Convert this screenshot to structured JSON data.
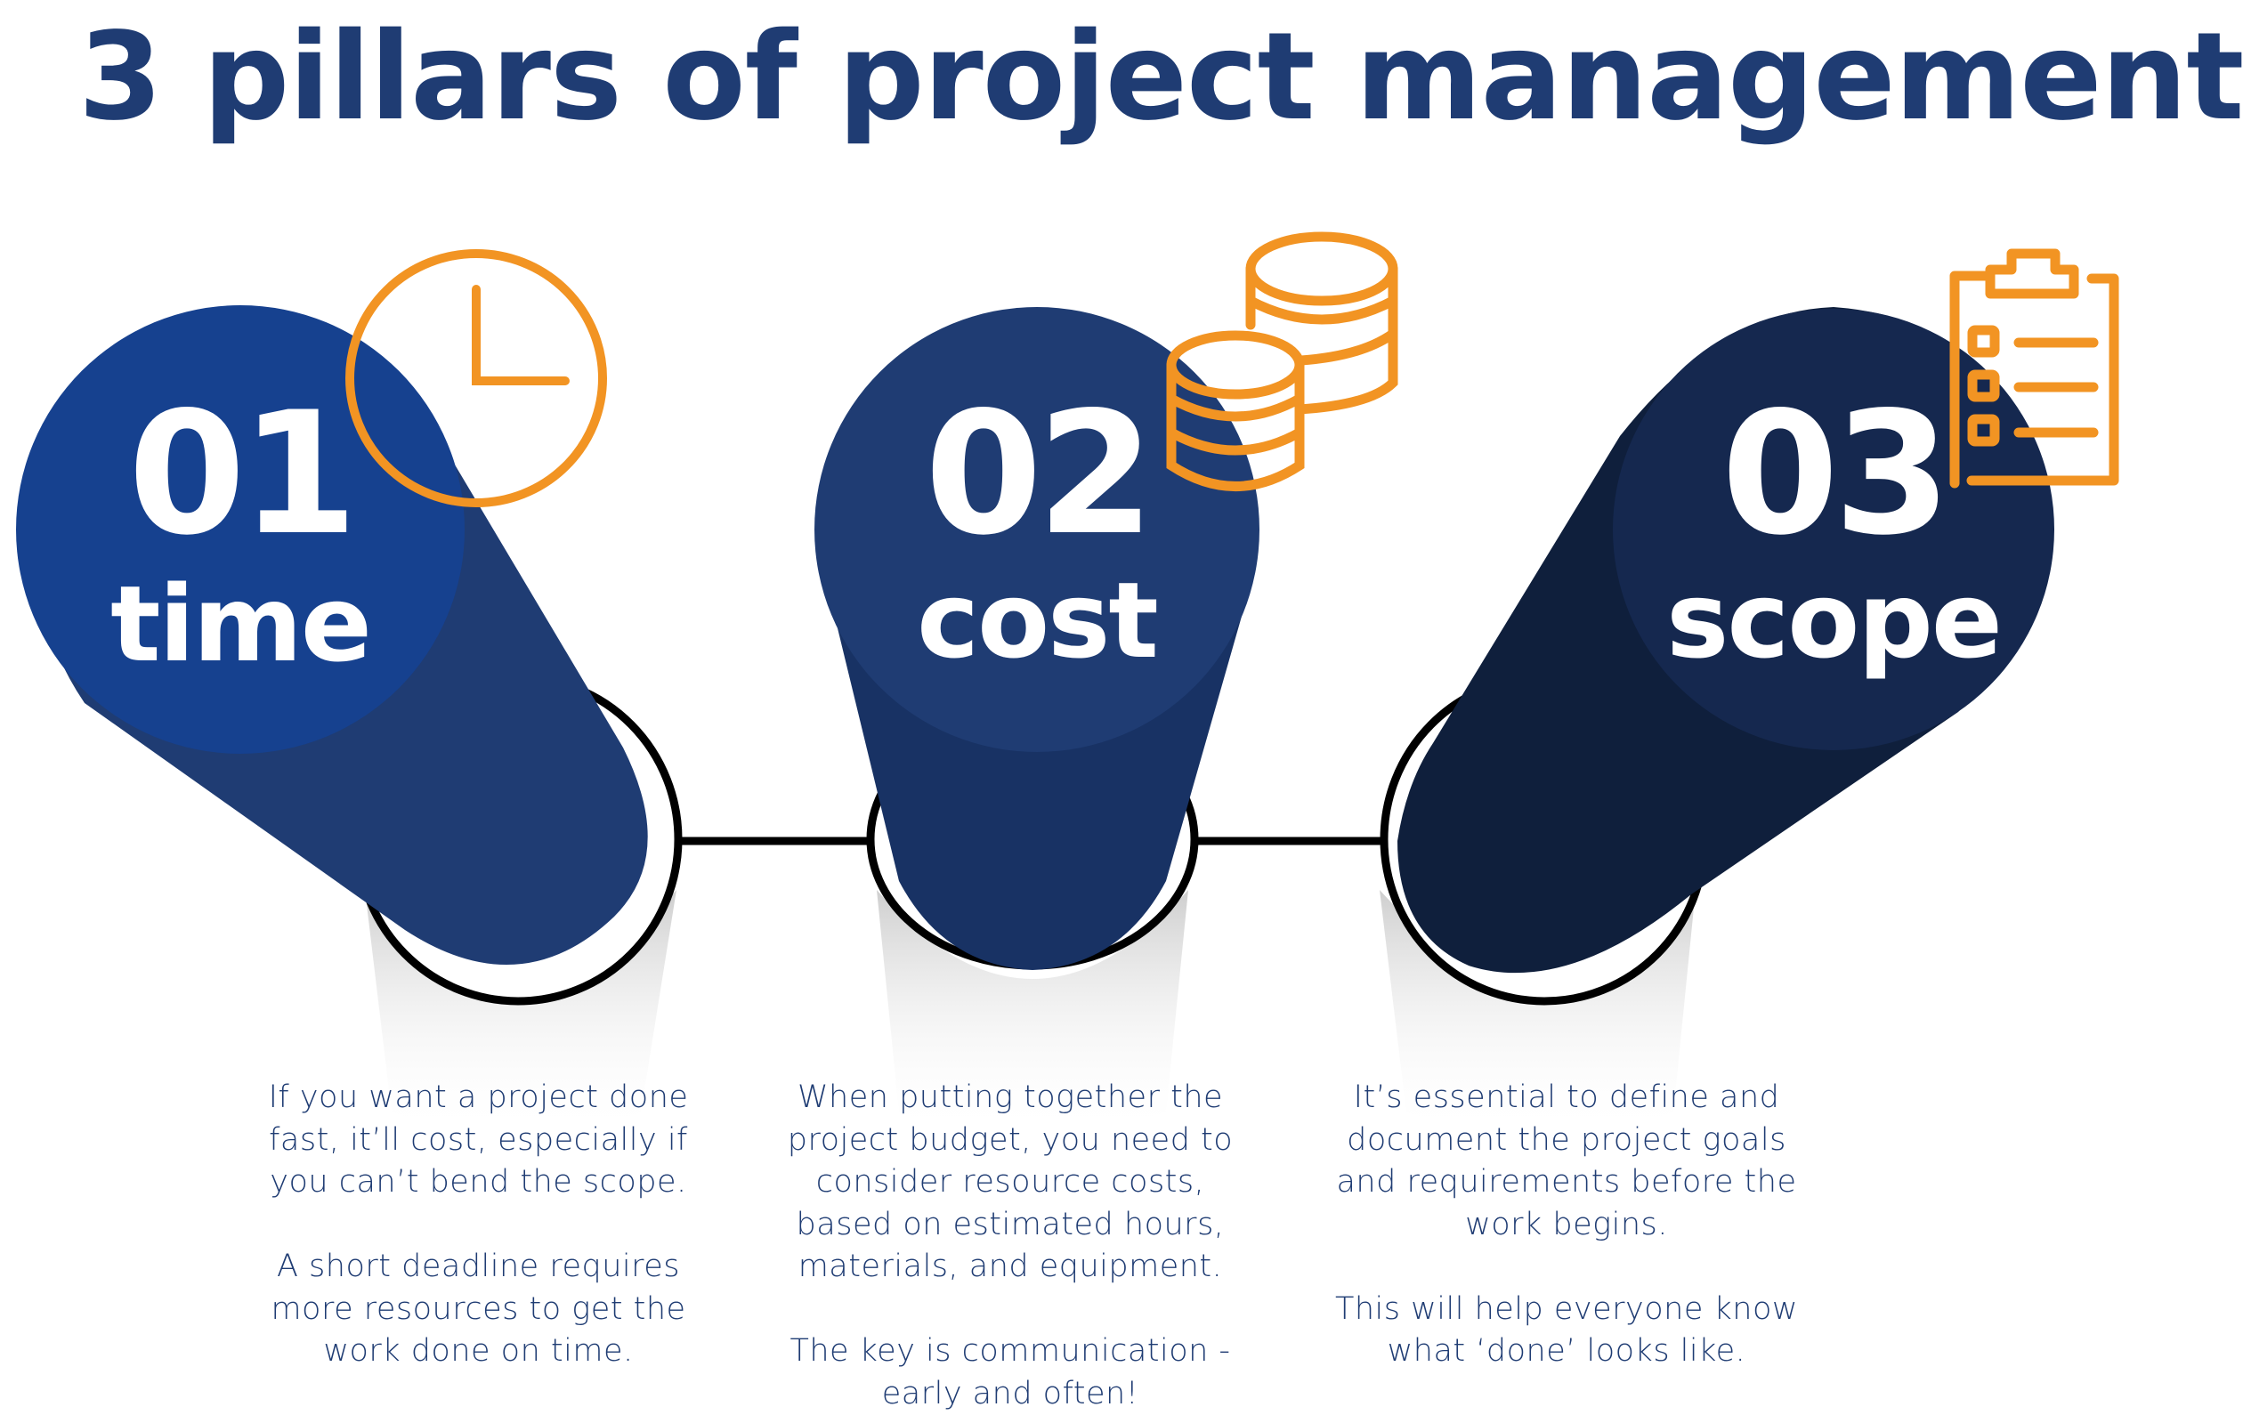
{
  "title": "3 pillars of project management",
  "colors": {
    "title": "#1f3c73",
    "pillar1_top": "#16418f",
    "pillar1_body": "#1f3c73",
    "pillar2_top": "#1f3c73",
    "pillar2_body": "#183264",
    "pillar3_top": "#15284f",
    "pillar3_body": "#0f1f3c",
    "icon_orange": "#f29423",
    "connector": "#000000",
    "body_text": "#1f3c73"
  },
  "pillars": [
    {
      "number": "01",
      "name": "time",
      "icon": "clock-icon",
      "paragraphs": [
        "If you want a project done fast, it’ll cost, especially if you can’t bend the scope.",
        "A short deadline requires more resources to get the work done on time."
      ]
    },
    {
      "number": "02",
      "name": "cost",
      "icon": "coins-icon",
      "paragraphs": [
        "When putting together the project budget, you need to consider resource costs, based on estimated hours, materials, and equipment.",
        "The key is communication - early and often!"
      ]
    },
    {
      "number": "03",
      "name": "scope",
      "icon": "clipboard-checklist-icon",
      "paragraphs": [
        "It’s essential to define and document the project goals and requirements before the work begins.",
        "This will help everyone know what ‘done’ looks like."
      ]
    }
  ]
}
